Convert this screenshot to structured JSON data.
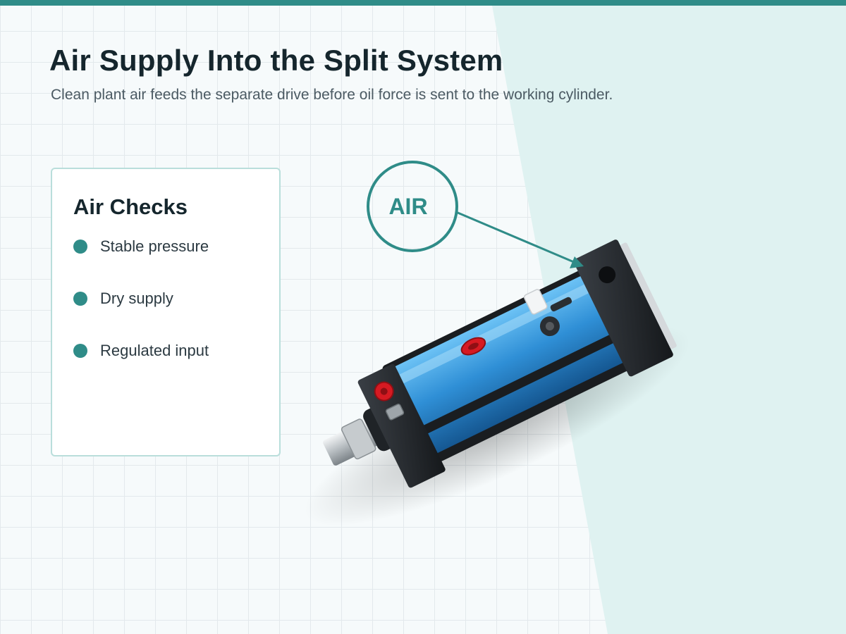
{
  "header": {
    "title": "Air Supply Into the Split System",
    "subtitle": "Clean plant air feeds the separate drive before oil force is sent to the working cylinder."
  },
  "checks_card": {
    "title": "Air Checks",
    "items": [
      {
        "label": "Stable pressure"
      },
      {
        "label": "Dry supply"
      },
      {
        "label": "Regulated input"
      }
    ]
  },
  "diagram": {
    "callout_label": "AIR",
    "colors": {
      "accent": "#2f8c88",
      "cylinder_body": "#2f8fd6",
      "end_cap": "#23272b",
      "port_red": "#d61a22",
      "panel_tint": "#dff2f1"
    }
  }
}
